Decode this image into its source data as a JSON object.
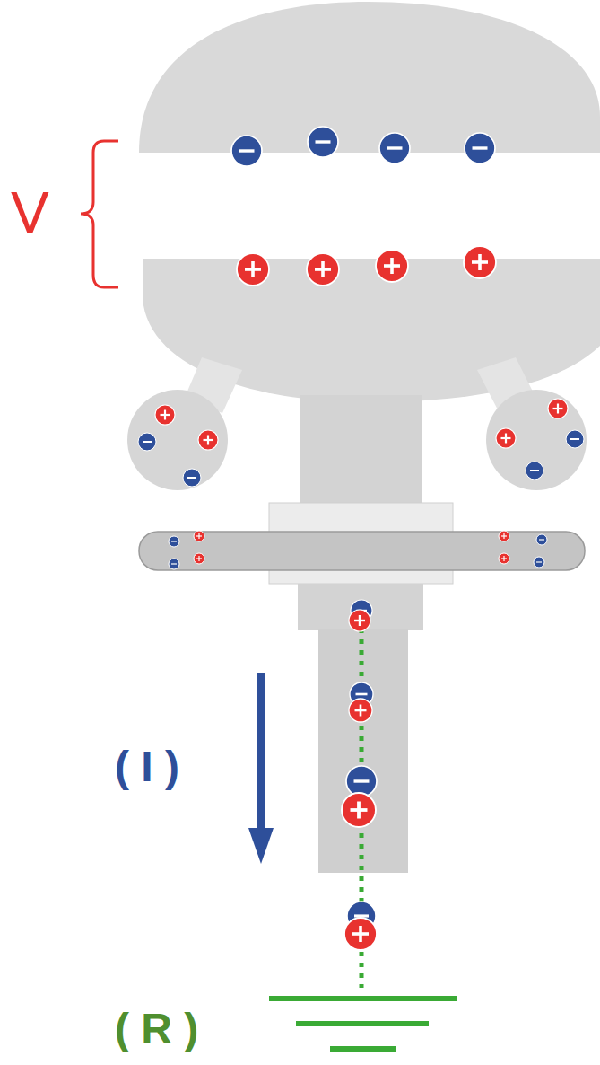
{
  "diagram": {
    "labels": [
      "V",
      "( I )",
      "( R )"
    ]
  }
}
